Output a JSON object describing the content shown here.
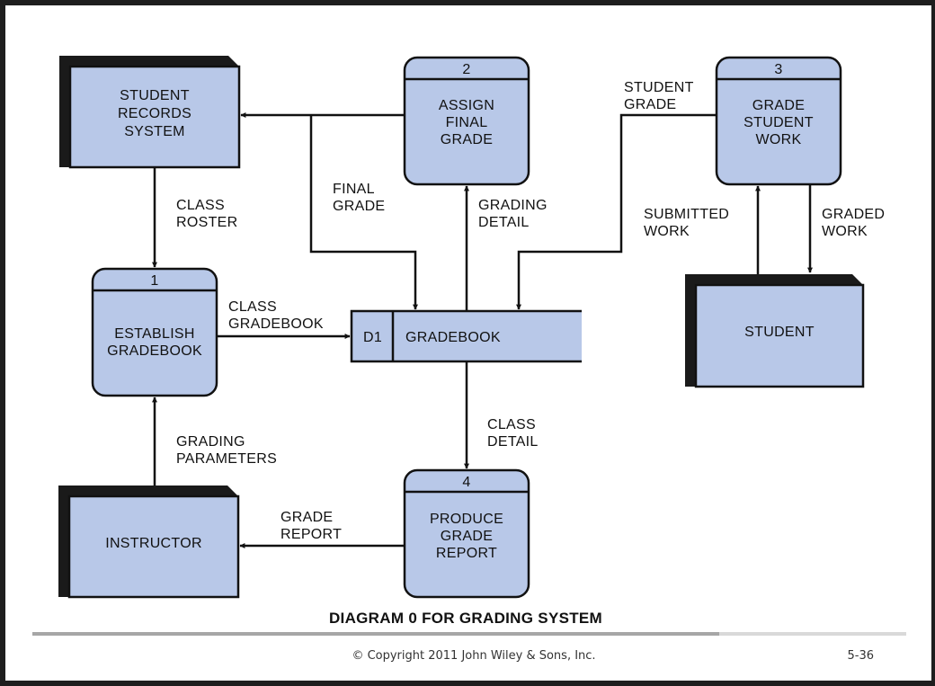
{
  "diagram": {
    "title": "DIAGRAM 0 FOR GRADING SYSTEM",
    "entities": {
      "student_records": [
        "STUDENT",
        "RECORDS",
        "SYSTEM"
      ],
      "student": [
        "STUDENT"
      ],
      "instructor": [
        "INSTRUCTOR"
      ]
    },
    "processes": {
      "p1": {
        "number": "1",
        "lines": [
          "ESTABLISH",
          "GRADEBOOK"
        ]
      },
      "p2": {
        "number": "2",
        "lines": [
          "ASSIGN",
          "FINAL",
          "GRADE"
        ]
      },
      "p3": {
        "number": "3",
        "lines": [
          "GRADE",
          "STUDENT",
          "WORK"
        ]
      },
      "p4": {
        "number": "4",
        "lines": [
          "PRODUCE",
          "GRADE",
          "REPORT"
        ]
      }
    },
    "datastore": {
      "id": "D1",
      "name": "GRADEBOOK"
    },
    "flows": {
      "class_roster": [
        "CLASS",
        "ROSTER"
      ],
      "final_grade": [
        "FINAL",
        "GRADE"
      ],
      "grading_detail": [
        "GRADING",
        "DETAIL"
      ],
      "student_grade": [
        "STUDENT",
        "GRADE"
      ],
      "submitted_work": [
        "SUBMITTED",
        "WORK"
      ],
      "graded_work": [
        "GRADED",
        "WORK"
      ],
      "class_gradebook": [
        "CLASS",
        "GRADEBOOK"
      ],
      "class_detail": [
        "CLASS",
        "DETAIL"
      ],
      "grading_parameters": [
        "GRADING",
        "PARAMETERS"
      ],
      "grade_report": [
        "GRADE",
        "REPORT"
      ]
    }
  },
  "footer": {
    "copyright": "© Copyright 2011 John Wiley & Sons, Inc.",
    "page": "5-36"
  }
}
